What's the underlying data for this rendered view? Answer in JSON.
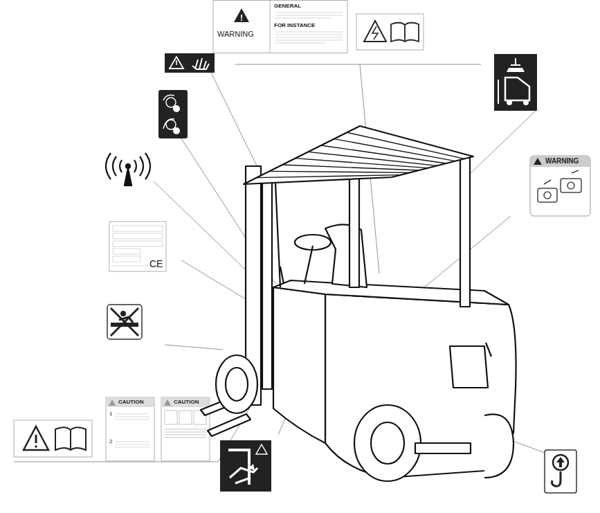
{
  "diagram": {
    "nodes": [
      {
        "text": [
          "WARNING",
          "GENERAL",
          "FOR INSTANCE"
        ]
      },
      {
        "text": [
          "WARNING"
        ]
      },
      {
        "text": [
          "CAUTION",
          "1",
          "2"
        ]
      },
      {
        "text": [
          "CAUTION"
        ]
      },
      {
        "text": [
          "CE"
        ]
      }
    ]
  }
}
